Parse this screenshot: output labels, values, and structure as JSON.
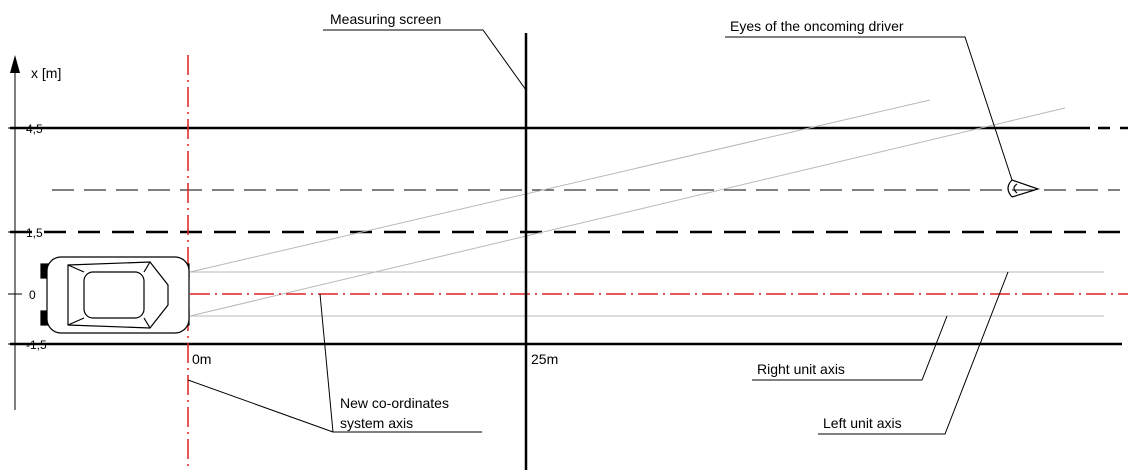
{
  "labels": {
    "measuring_screen": "Measuring screen",
    "eyes": "Eyes of the oncoming driver",
    "axis": "x [m]",
    "new_coord_line1": "New co-ordinates",
    "new_coord_line2": "system axis",
    "right_unit_axis": "Right unit axis",
    "left_unit_axis": "Left unit axis",
    "dist_0": "0m",
    "dist_25": "25m"
  },
  "ticks": [
    "4,5",
    "1,5",
    "0",
    "-1,5"
  ],
  "colors": {
    "lines": "#000000",
    "beams": "#b8b8b8",
    "axis_red": "#e02020"
  }
}
